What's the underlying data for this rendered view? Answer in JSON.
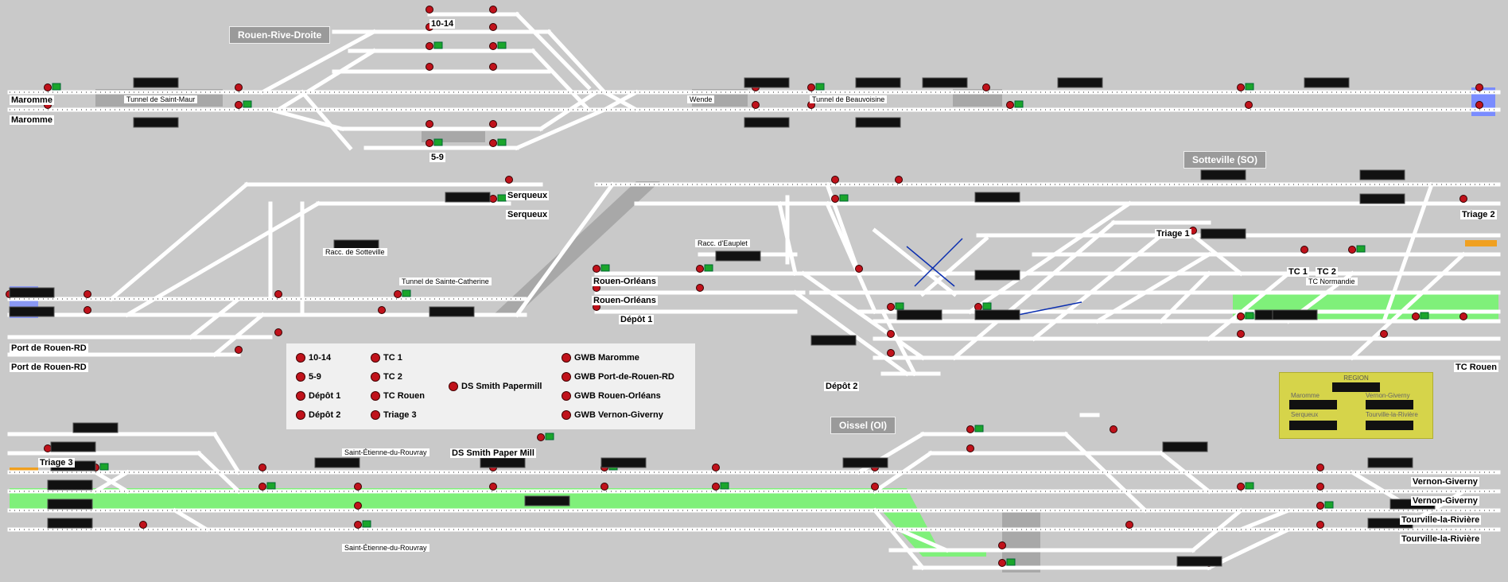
{
  "stations": {
    "rouen_rive_droite": "Rouen-Rive-Droite",
    "sotteville": "Sotteville (SO)",
    "oissel": "Oissel (OI)"
  },
  "endpoints": {
    "maromme_1": "Maromme",
    "maromme_2": "Maromme",
    "serqueux_1": "Serqueux",
    "serqueux_2": "Serqueux",
    "port_rouen_1": "Port de Rouen-RD",
    "port_rouen_2": "Port de Rouen-RD",
    "rouen_orleans_1": "Rouen-Orléans",
    "rouen_orleans_2": "Rouen-Orléans",
    "depot1": "Dépôt 1",
    "depot2": "Dépôt 2",
    "triage1": "Triage 1",
    "triage2": "Triage 2",
    "triage3": "Triage 3",
    "tc1": "TC 1",
    "tc2": "TC 2",
    "tc_rouen": "TC Rouen",
    "vernon_1": "Vernon-Giverny",
    "vernon_2": "Vernon-Giverny",
    "tourville_1": "Tourville-la-Rivière",
    "tourville_2": "Tourville-la-Rivière",
    "ds_smith_mill": "DS Smith Paper Mill",
    "sidings_1014": "10-14",
    "sidings_59": "5-9"
  },
  "track_labels": {
    "tunnel_saint_maur": "Tunnel de Saint-Maur",
    "wende": "Wende",
    "tunnel_beauvoisine": "Tunnel de Beauvoisine",
    "racc_sotteville": "Racc. de Sotteville",
    "tunnel_sainte_catherine": "Tunnel de Sainte-Catherine",
    "racc_eauplet": "Racc. d'Eauplet",
    "tc_normandie": "TC Normandie",
    "st_etienne_1": "Saint-Étienne-du-Rouvray",
    "st_etienne_2": "Saint-Étienne-du-Rouvray"
  },
  "legend": {
    "col1": [
      "10-14",
      "5-9",
      "Dépôt 1",
      "Dépôt 2"
    ],
    "col2": [
      "TC 1",
      "TC 2",
      "TC Rouen",
      "Triage 3"
    ],
    "col3": [
      "DS Smith Papermill"
    ],
    "col4": [
      "GWB Maromme",
      "GWB Port-de-Rouen-RD",
      "GWB Rouen-Orléans",
      "GWB Vernon-Giverny"
    ]
  },
  "region_panel": {
    "title": "REGION",
    "maromme": "Maromme",
    "vernon": "Vernon-Giverny",
    "serqueux": "Serqueux",
    "tourville": "Tourville-la-Rivière"
  },
  "colors": {
    "background": "#c9c9c9",
    "track": "#ffffff",
    "signal_red": "#c0121b",
    "signal_green": "#1aa52b",
    "occupied": "#7ff07a",
    "route_orange": "#f0a020",
    "route_blue": "#7a8cff"
  }
}
